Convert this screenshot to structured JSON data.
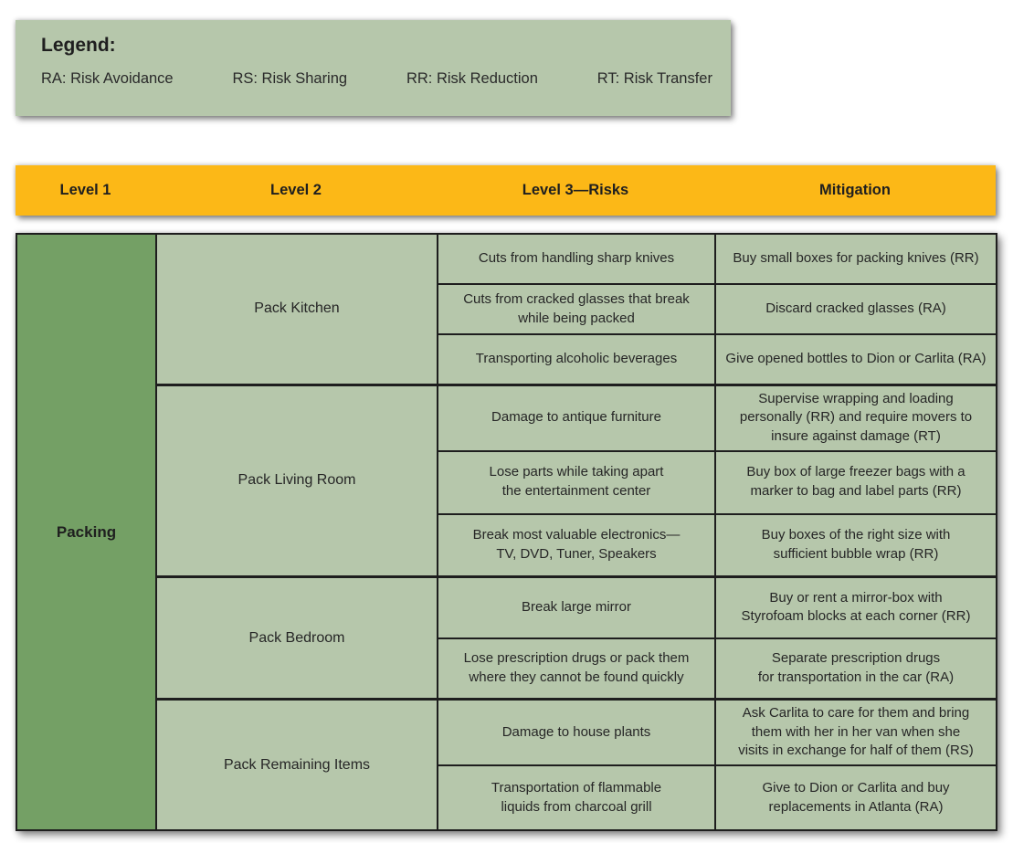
{
  "legend": {
    "title": "Legend:",
    "items": [
      "RA: Risk Avoidance",
      "RS: Risk Sharing",
      "RR: Risk Reduction",
      "RT: Risk Transfer"
    ]
  },
  "header": {
    "columns": [
      "Level 1",
      "Level 2",
      "Level 3—Risks",
      "Mitigation"
    ]
  },
  "table": {
    "level1": "Packing",
    "groups": [
      {
        "level2": "Pack Kitchen",
        "rows": [
          {
            "risk": "Cuts from handling sharp knives",
            "mitigation": "Buy small boxes for packing knives (RR)"
          },
          {
            "risk": "Cuts from cracked glasses that break\nwhile being packed",
            "mitigation": "Discard cracked glasses (RA)"
          },
          {
            "risk": "Transporting alcoholic beverages",
            "mitigation": "Give opened bottles to Dion or Carlita (RA)"
          }
        ]
      },
      {
        "level2": "Pack Living Room",
        "rows": [
          {
            "risk": "Damage to antique furniture",
            "mitigation": "Supervise wrapping and loading\npersonally (RR) and require movers to\ninsure against damage (RT)"
          },
          {
            "risk": "Lose parts while taking apart\nthe entertainment center",
            "mitigation": "Buy box of large freezer bags with a\nmarker to bag and label parts (RR)"
          },
          {
            "risk": "Break most valuable electronics—\nTV, DVD, Tuner, Speakers",
            "mitigation": "Buy boxes of the right size with\nsufficient bubble wrap (RR)"
          }
        ]
      },
      {
        "level2": "Pack Bedroom",
        "rows": [
          {
            "risk": "Break large mirror",
            "mitigation": "Buy or rent a mirror-box with\nStyrofoam blocks at each corner (RR)"
          },
          {
            "risk": "Lose prescription drugs or pack them\nwhere they cannot be found quickly",
            "mitigation": "Separate prescription drugs\nfor transportation in the car (RA)"
          }
        ]
      },
      {
        "level2": "Pack Remaining Items",
        "rows": [
          {
            "risk": "Damage to house plants",
            "mitigation": "Ask Carlita to care for them and bring\nthem with her in her van when she\nvisits in exchange for half of them (RS)"
          },
          {
            "risk": "Transportation of flammable\nliquids from charcoal grill",
            "mitigation": "Give to Dion or Carlita and buy\nreplacements in Atlanta (RA)"
          }
        ]
      }
    ]
  },
  "colors": {
    "header_bg": "#fcb817",
    "level1_bg": "#74a065",
    "cell_bg": "#b6c7ab",
    "legend_bg": "#b6c7ab",
    "border": "#1e1e1e",
    "text": "#262626"
  }
}
